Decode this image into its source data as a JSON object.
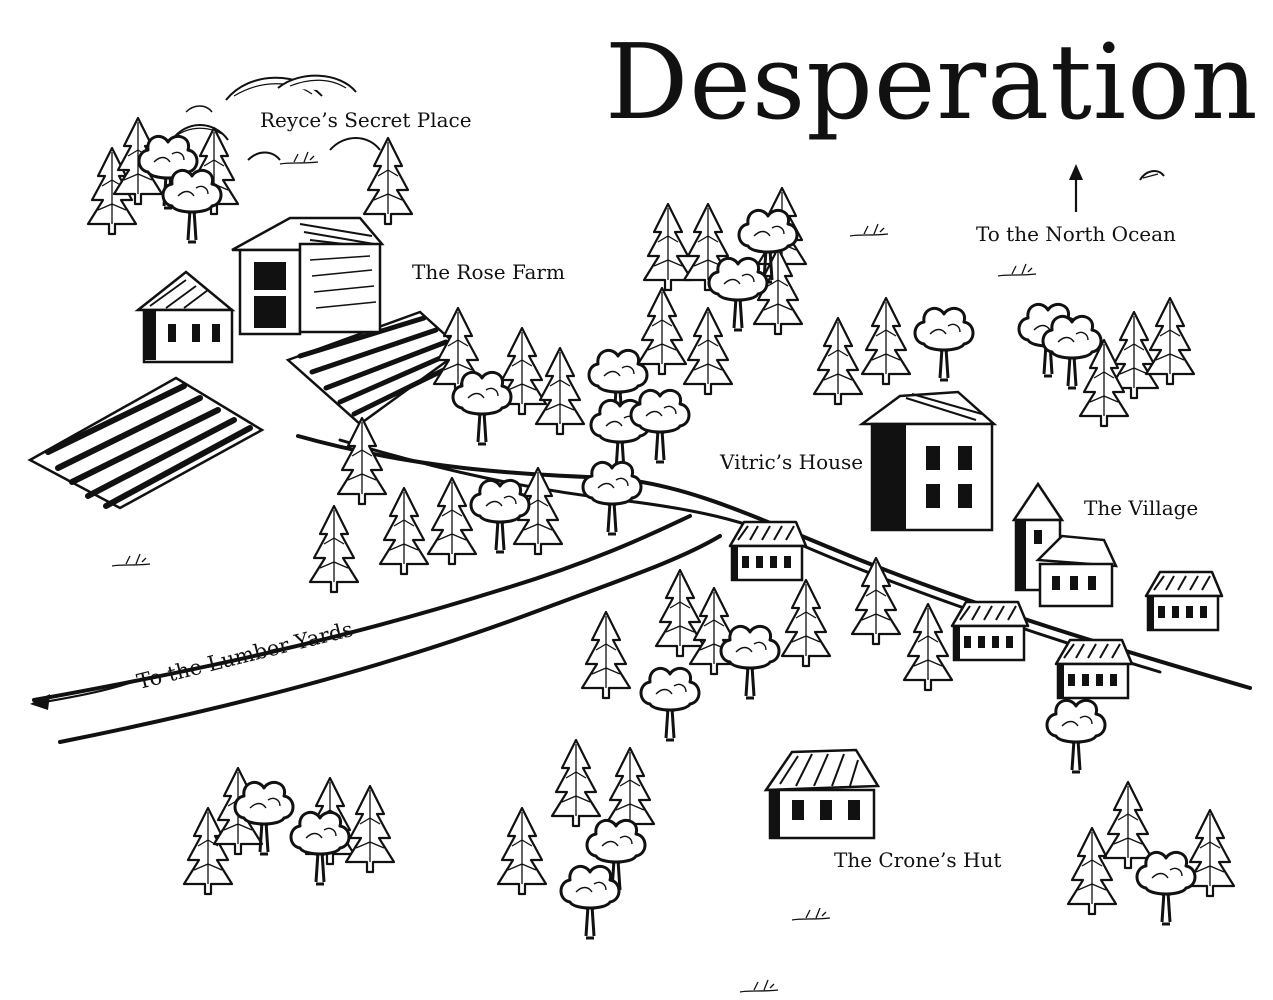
{
  "map": {
    "title": "Desperation",
    "colors": {
      "ink": "#111111",
      "paper": "#ffffff"
    },
    "labels": {
      "reyces_secret_place": "Reyce’s Secret Place",
      "rose_farm": "The Rose Farm",
      "north_ocean": "To the North Ocean",
      "vitrics_house": "Vitric’s House",
      "village": "The Village",
      "lumber_yards": "To the Lumber Yards",
      "crones_hut": "The Crone’s Hut"
    },
    "icons": [
      "pine-tree-icon",
      "round-tree-icon",
      "house-icon",
      "barn-icon",
      "field-icon",
      "hill-icon",
      "arrow-icon"
    ]
  }
}
